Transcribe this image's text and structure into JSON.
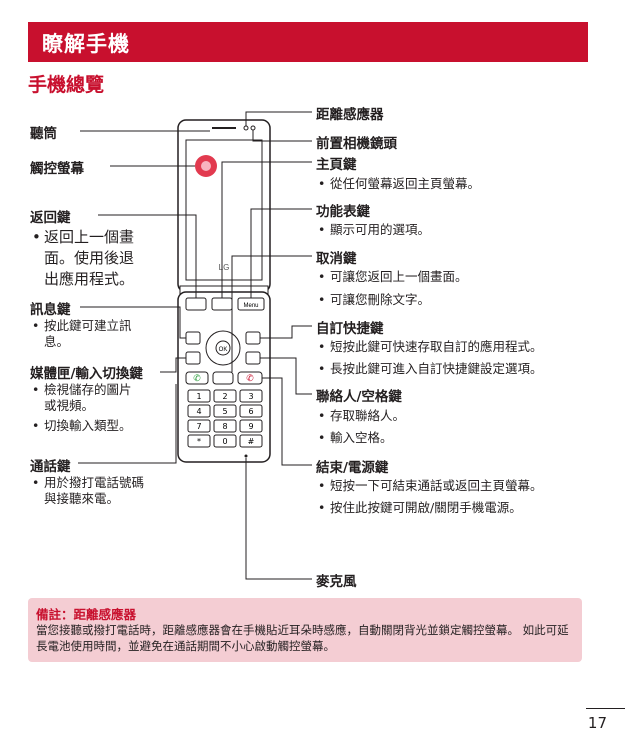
{
  "banner": {
    "title": "瞭解手機"
  },
  "subtitle": "手機總覽",
  "left_labels": {
    "earpiece": "聽筒",
    "touchscreen": "觸控螢幕",
    "back_key": {
      "title": "返回鍵",
      "items": [
        "返回上一個畫\n面。使用後退\n出應用程式。"
      ]
    },
    "message_key": {
      "title": "訊息鍵",
      "items": [
        "按此鍵可建立訊\n息。"
      ]
    },
    "media_key": {
      "title": "媒體匣/輸入切換鍵",
      "items": [
        "檢視儲存的圖片\n或視頻。",
        "切換輸入類型。"
      ]
    },
    "call_key": {
      "title": "通話鍵",
      "items": [
        "用於撥打電話號碼\n與接聽來電。"
      ]
    }
  },
  "right_labels": {
    "proximity": "距離感應器",
    "front_camera": "前置相機鏡頭",
    "home_key": {
      "title": "主頁鍵",
      "items": [
        "從任何螢幕返回主頁螢幕。"
      ]
    },
    "menu_key": {
      "title": "功能表鍵",
      "items": [
        "顯示可用的選項。"
      ]
    },
    "cancel_key": {
      "title": "取消鍵",
      "items": [
        "可讓您返回上一個畫面。",
        "可讓您刪除文字。"
      ]
    },
    "shortcut_key": {
      "title": "自訂快捷鍵",
      "items": [
        "短按此鍵可快速存取自訂的應用程式。",
        "長按此鍵可進入自訂快捷鍵設定選項。"
      ]
    },
    "contacts_key": {
      "title": "聯絡人/空格鍵",
      "items": [
        "存取聯絡人。",
        "輸入空格。"
      ]
    },
    "end_key": {
      "title": "結束/電源鍵",
      "items": [
        "短按一下可結束通話或返回主頁螢幕。",
        "按住此按鍵可開啟/關閉手機電源。"
      ]
    },
    "microphone": "麥克風"
  },
  "phone": {
    "brand": "LG",
    "menu_label": "Menu",
    "ok_label": "OK",
    "keys": [
      "1",
      "2",
      "3",
      "4",
      "5",
      "6",
      "7",
      "8",
      "9",
      "*",
      "0",
      "#"
    ]
  },
  "note": {
    "title": "備註：距離感應器",
    "body": "當您接聽或撥打電話時，距離感應器會在手機貼近耳朵時感應，自動關閉背光並鎖定觸控螢幕。 如此可延長電池使用時間，並避免在通話期間不小心啟動觸控螢幕。"
  },
  "bullet": "•",
  "page_number": "17",
  "colors": {
    "brand_red": "#c8102e",
    "note_bg": "#f4cdd3"
  }
}
